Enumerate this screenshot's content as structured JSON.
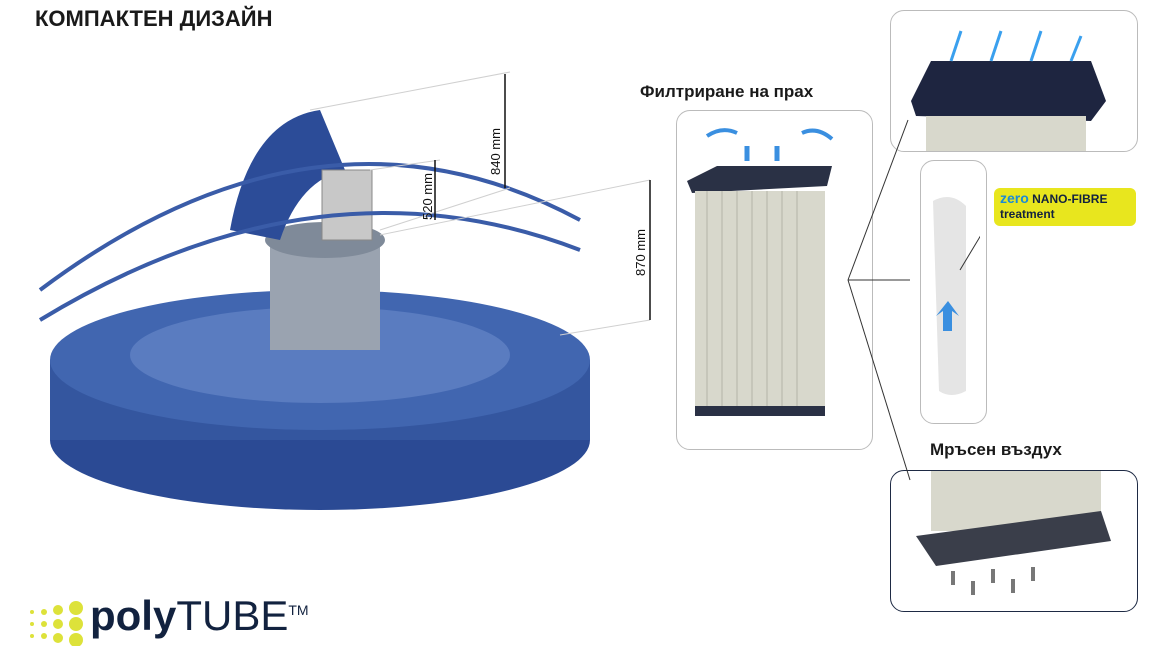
{
  "title": "КОМПАКТЕН ДИЗАЙН",
  "dimensions": [
    "840 mm",
    "520 mm",
    "870 mm"
  ],
  "labels": {
    "dust_filtration": "Филтриране на прах",
    "dirty_air": "Мръсен въздух"
  },
  "badge": {
    "brand": "zero",
    "text": "NANO-FIBRE",
    "sub": "treatment"
  },
  "logo": {
    "bold": "poly",
    "light": "TUBE",
    "tm": "TM"
  },
  "colors": {
    "machine": "#2f4f9c",
    "accent": "#e8e61e",
    "navy": "#12223f",
    "arrow": "#3a8fe0"
  }
}
